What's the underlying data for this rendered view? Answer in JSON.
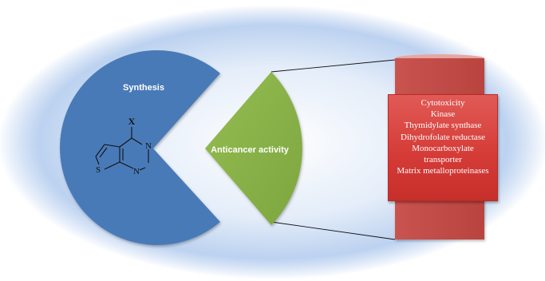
{
  "colors": {
    "background_glow": "#b9d0f0",
    "synthesis_shape": "#4a7ab8",
    "anticancer_shape": "#8bb44a",
    "column": "#c0504d",
    "targets_box": "#d43a36",
    "label_text": "#ffffff",
    "structure_lines": "#111111"
  },
  "synthesis": {
    "label": "Synthesis",
    "structure": {
      "substituent": "X",
      "ring_atoms": {
        "sulfur": "S",
        "nitrogen_top": "N",
        "nitrogen_bottom": "N"
      }
    }
  },
  "anticancer": {
    "label": "Anticancer activity"
  },
  "targets": {
    "items": [
      "Cytotoxicity",
      "Kinase",
      "Thymidylate synthase",
      "Dihydrofolate reductase",
      "Monocarboxylate",
      "transporter",
      "Matrix metalloproteinases"
    ]
  }
}
